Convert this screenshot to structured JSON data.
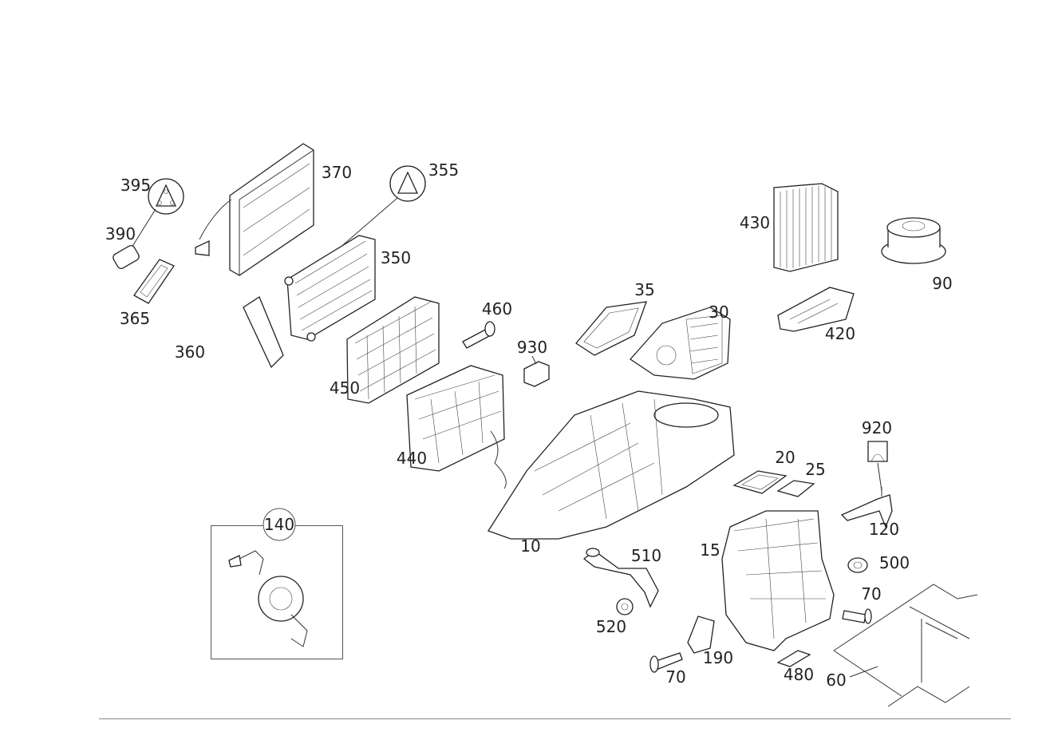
{
  "labels": {
    "p395": "395",
    "p370": "370",
    "p355": "355",
    "p390": "390",
    "p350": "350",
    "p365": "365",
    "p360": "360",
    "p460": "460",
    "p930": "930",
    "p450": "450",
    "p440": "440",
    "p35": "35",
    "p30": "30",
    "p430": "430",
    "p90": "90",
    "p420": "420",
    "p920": "920",
    "p20": "20",
    "p25": "25",
    "p120": "120",
    "p140": "140",
    "p10": "10",
    "p510": "510",
    "p15": "15",
    "p500": "500",
    "p70a": "70",
    "p520": "520",
    "p190": "190",
    "p70b": "70",
    "p480": "480",
    "p60": "60"
  }
}
